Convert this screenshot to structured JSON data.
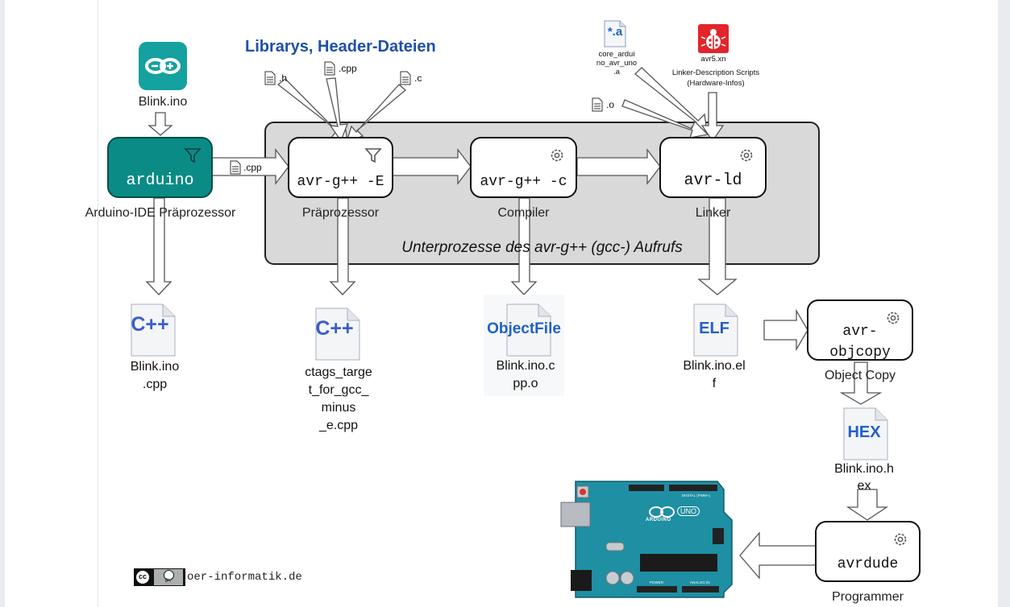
{
  "headings": {
    "libraries": "Librarys, Header-Dateien",
    "subprocess_group": "Unterprozesse des avr-g++ (gcc-) Aufrufs"
  },
  "inputs": {
    "blink_ino": "Blink.ino",
    "header_ext": ".h",
    "cpp_ext": ".cpp",
    "c_ext": ".c",
    "o_ext": ".o",
    "lib_badge": "*.a",
    "core_lib_name": "core_arduino_avr_uno.a",
    "core_lib_lines": [
      "core_ardui",
      "no_avr_uno",
      ".a"
    ],
    "linker_script_file": "avr5.xn",
    "linker_scripts_lines": [
      "Linker-Description Scripts",
      "(Hardware-Infos)"
    ],
    "pipe_cpp": ".cpp"
  },
  "nodes": {
    "arduino": {
      "cmd": "arduino",
      "caption": "Arduino-IDE Präprozessor"
    },
    "preprocessor": {
      "cmd": "avr-g++ -E",
      "caption": "Präprozessor"
    },
    "compiler": {
      "cmd": "avr-g++ -c",
      "caption": "Compiler"
    },
    "linker": {
      "cmd": "avr-ld",
      "caption": "Linker"
    },
    "objcopy": {
      "cmd_lines": [
        "avr-",
        "objcopy"
      ],
      "caption": "Object Copy"
    },
    "avrdude": {
      "cmd": "avrdude",
      "caption": "Programmer"
    }
  },
  "outputs": {
    "ino_cpp": {
      "badge": "C++",
      "lines": [
        "Blink.ino",
        ".cpp"
      ]
    },
    "ctags": {
      "badge": "C++",
      "lines": [
        "ctags_targe",
        "t_for_gcc_",
        "minus",
        "_e.cpp"
      ]
    },
    "object": {
      "badge": "ObjectFile",
      "lines": [
        "Blink.ino.c",
        "pp.o"
      ]
    },
    "elf": {
      "badge": "ELF",
      "lines": [
        "Blink.ino.el",
        "f"
      ]
    },
    "hex": {
      "badge": "HEX",
      "lines": [
        "Blink.ino.h",
        "ex"
      ]
    }
  },
  "board": {
    "logo_text": "ARDUINO",
    "model_badge": "UNO",
    "digital_label": "DIGITAL (PWM~)",
    "power_label": "POWER",
    "analog_label": "ANALOG IN"
  },
  "footer": {
    "license_badge": "cc",
    "license_by": "BY",
    "site": "oer-informatik.de"
  },
  "colors": {
    "teal": "#0b8b85",
    "heading_blue": "#1f4fa8",
    "group_gray": "#d9d9d9",
    "board_teal": "#1f8fa3",
    "cc_black": "#111111"
  },
  "icons": [
    "arduino-logo-icon",
    "file-icon",
    "filter-icon",
    "gear-icon",
    "library-file-icon",
    "ladybug-icon",
    "document-icon",
    "arduino-board-icon",
    "cc-license-icon"
  ]
}
